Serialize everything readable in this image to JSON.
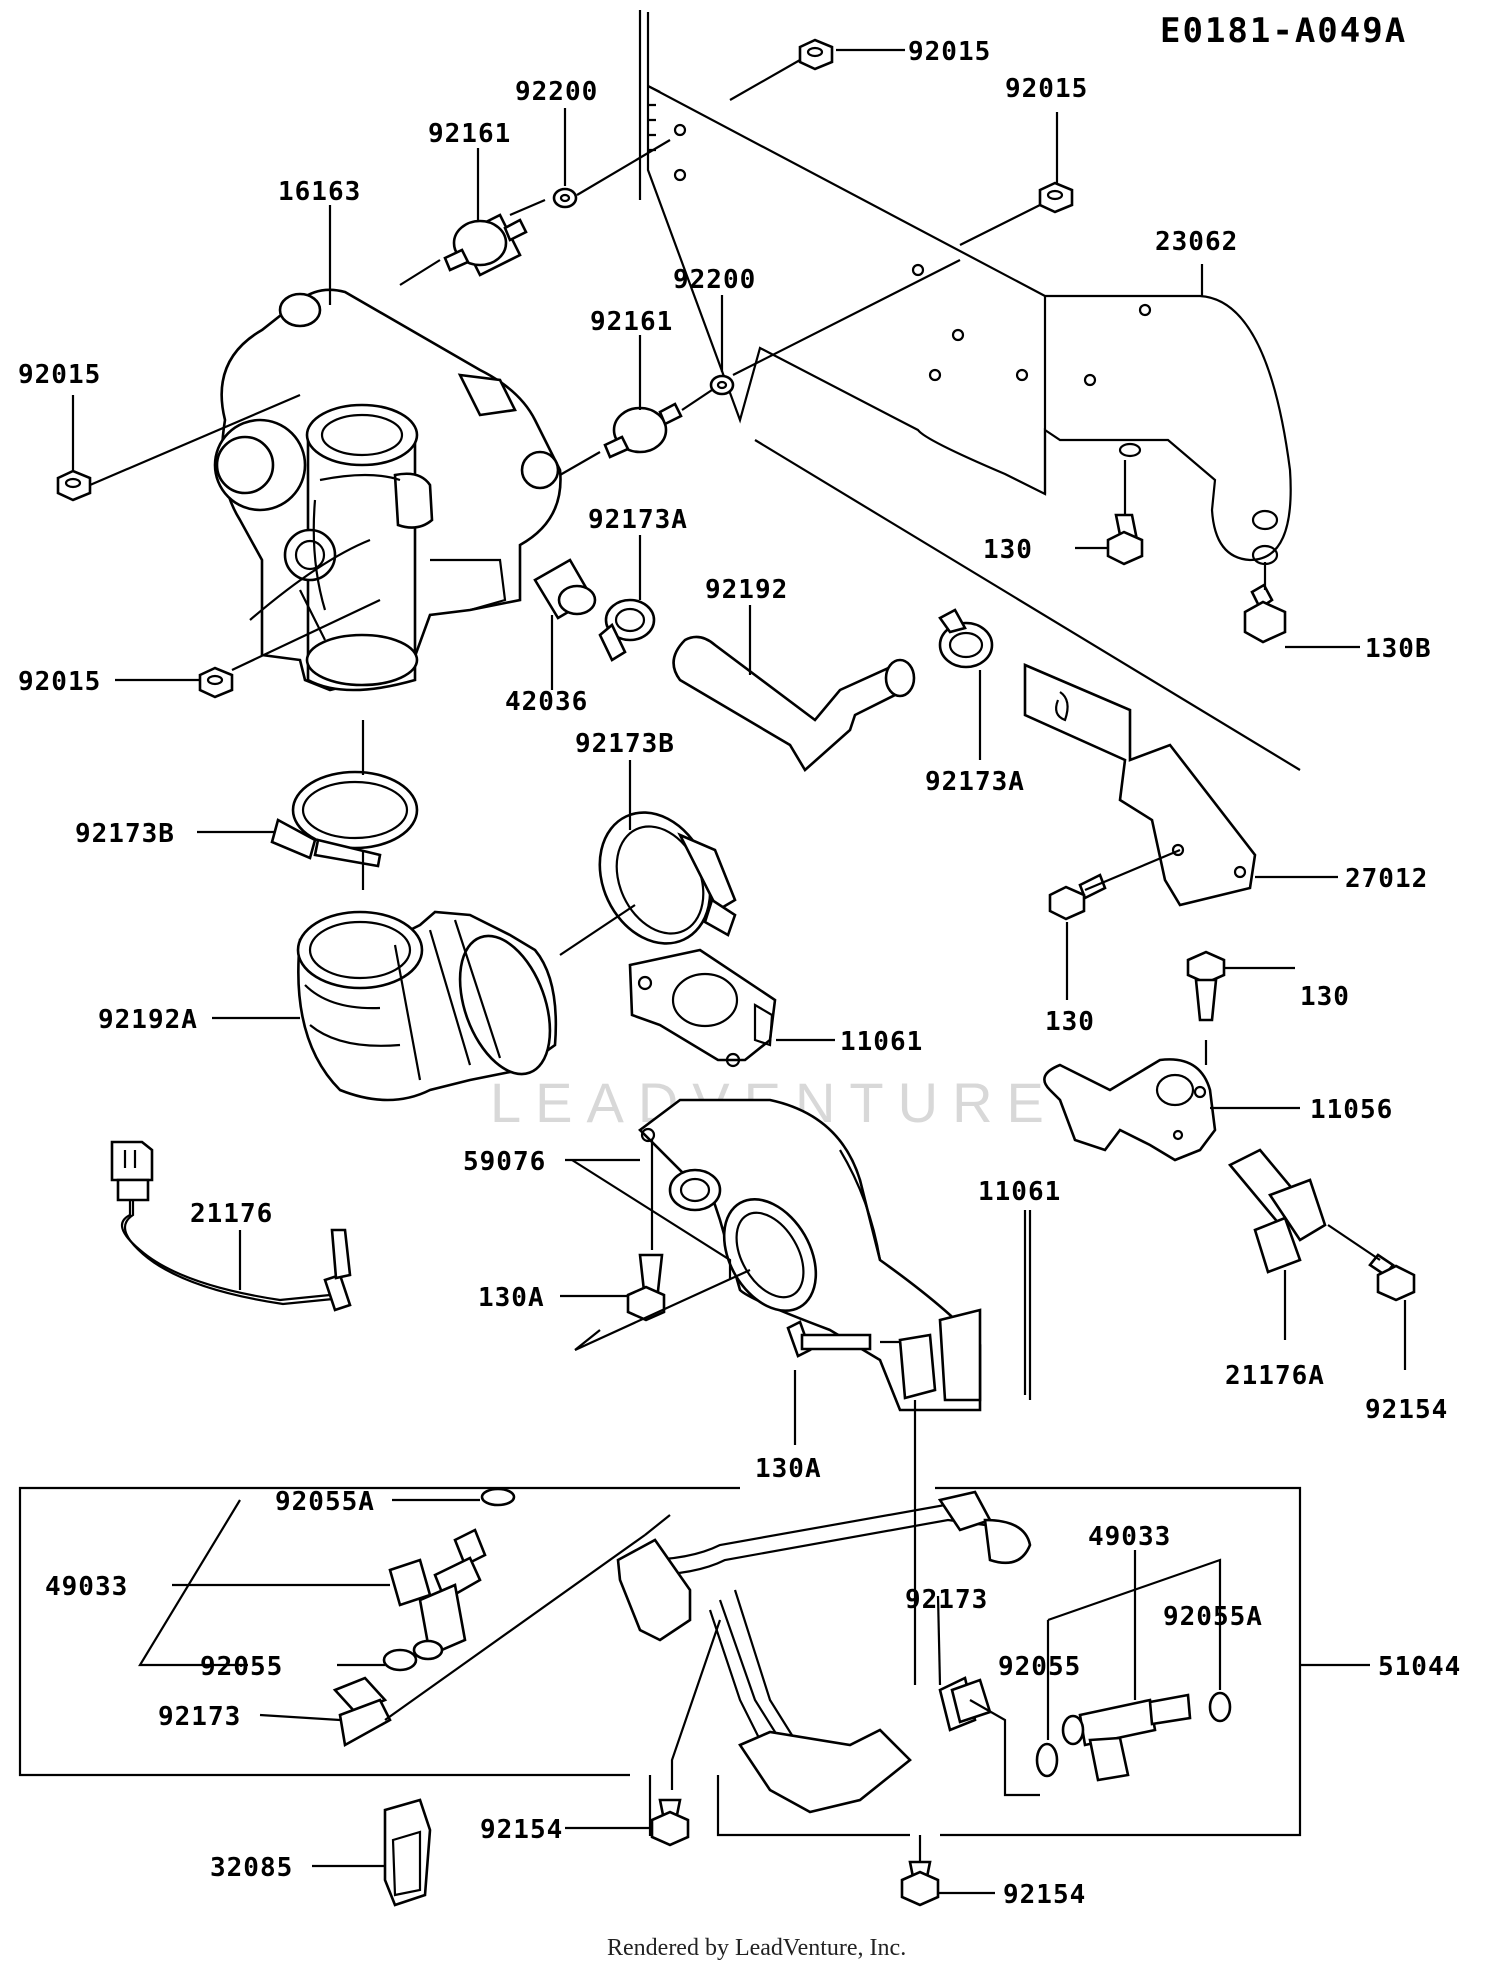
{
  "diagram_code": "E0181-A049A",
  "watermark": "LEADVENTURE",
  "footer_credit": "Rendered by LeadVenture, Inc.",
  "labels": {
    "l92015a": "92015",
    "l92015b": "92015",
    "l92015c": "92015",
    "l92015d": "92015",
    "l92200a": "92200",
    "l92200b": "92200",
    "l92161a": "92161",
    "l92161b": "92161",
    "l16163": "16163",
    "l23062": "23062",
    "l92173Aa": "92173A",
    "l92173Ab": "92173A",
    "l92192": "92192",
    "l130a": "130",
    "l130B": "130B",
    "l42036": "42036",
    "l92173Ba": "92173B",
    "l92173Bb": "92173B",
    "l27012": "27012",
    "l130b": "130",
    "l130c": "130",
    "l92192A": "92192A",
    "l11061a": "11061",
    "l11061b": "11061",
    "l11056": "11056",
    "l59076": "59076",
    "l21176": "21176",
    "l130Aa": "130A",
    "l130Ab": "130A",
    "l21176A": "21176A",
    "l92154a": "92154",
    "l92154b": "92154",
    "l92154c": "92154",
    "l92055Aa": "92055A",
    "l92055Ab": "92055A",
    "l49033a": "49033",
    "l49033b": "49033",
    "l92055a": "92055",
    "l92055b": "92055",
    "l92173a": "92173",
    "l92173b": "92173",
    "l51044": "51044",
    "l32085": "32085"
  }
}
